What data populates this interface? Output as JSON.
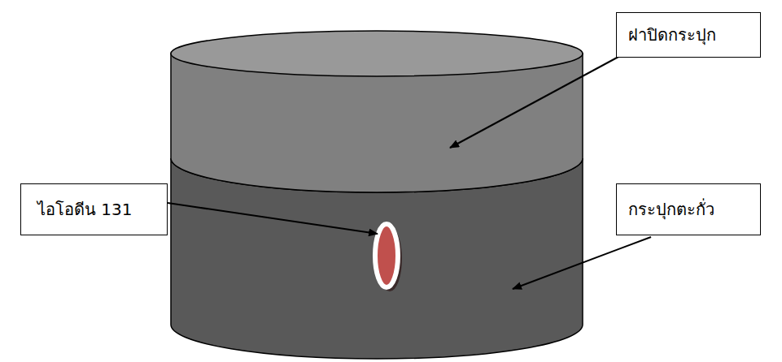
{
  "diagram": {
    "nodes": [
      {
        "text": [
          "ฝาปิดกระปุก"
        ]
      },
      {
        "text": [
          "ไอโอดีน 131"
        ]
      },
      {
        "text": [
          "กระปุกตะกั่ว"
        ]
      }
    ]
  }
}
